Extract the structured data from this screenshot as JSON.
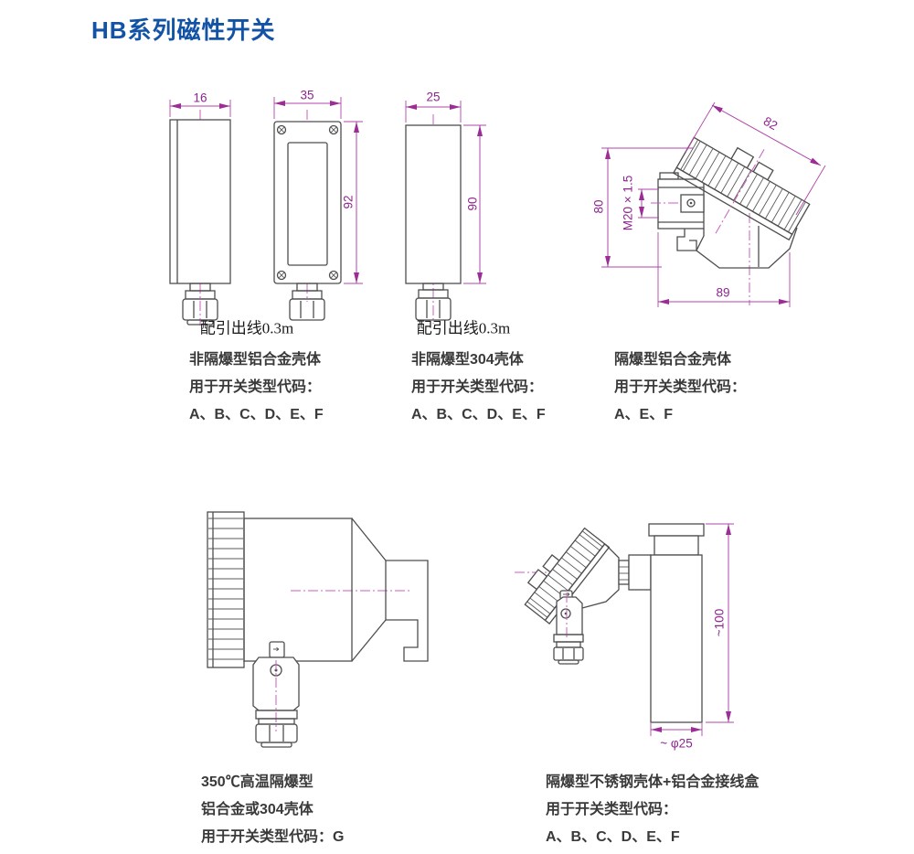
{
  "page": {
    "title": "HB系列磁性开关"
  },
  "colors": {
    "title_blue": "#1253a6",
    "dimension_magenta": "#8e2490",
    "dimension_line": "#b044a8",
    "outline_gray": "#4d4d4d"
  },
  "figures": {
    "fig1": {
      "caption": "配引出线0.3m",
      "dims": {
        "width": "16"
      }
    },
    "fig2": {
      "dims": {
        "width": "35",
        "height": "92"
      }
    },
    "fig3": {
      "caption": "配引出线0.3m",
      "dims": {
        "width": "25",
        "height": "90"
      }
    },
    "fig4": {
      "dims": {
        "cap": "82",
        "height": "80",
        "thread": "M20 × 1.5",
        "base": "89"
      }
    },
    "fig6": {
      "dims": {
        "height": "~100",
        "diameter": "~ φ25"
      }
    }
  },
  "descriptions": [
    {
      "lines": [
        "非隔爆型铝合金壳体",
        "用于开关类型代码：",
        "A、B、C、D、E、F"
      ]
    },
    {
      "lines": [
        "非隔爆型304壳体",
        "用于开关类型代码：",
        "A、B、C、D、E、F"
      ]
    },
    {
      "lines": [
        "隔爆型铝合金壳体",
        "用于开关类型代码：",
        "A、E、F"
      ]
    },
    {
      "lines": [
        "350℃高温隔爆型",
        "铝合金或304壳体",
        "用于开关类型代码：G"
      ]
    },
    {
      "lines": [
        "隔爆型不锈钢壳体+铝合金接线盒",
        "用于开关类型代码：",
        "A、B、C、D、E、F"
      ]
    }
  ]
}
